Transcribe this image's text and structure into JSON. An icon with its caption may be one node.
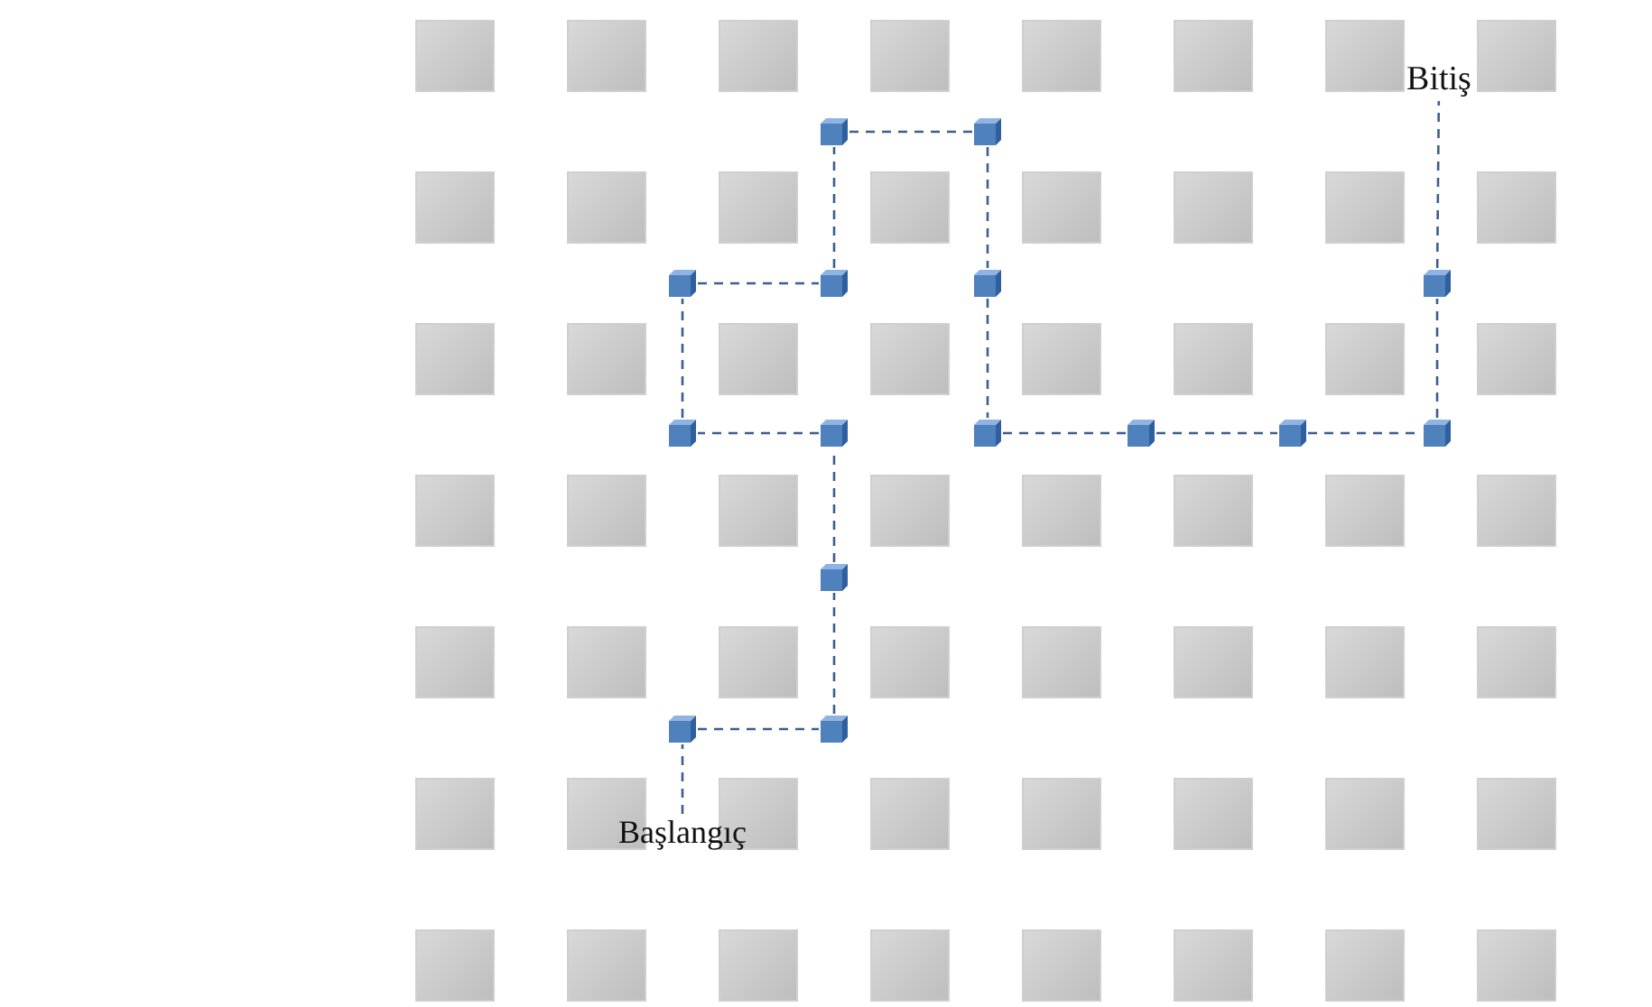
{
  "diagram": {
    "nodes": [
      {
        "text": [
          "Başlangıç"
        ]
      },
      {
        "text": [],
        "shape": "cube"
      },
      {
        "text": [],
        "shape": "cube"
      },
      {
        "text": [],
        "shape": "cube"
      },
      {
        "text": [],
        "shape": "cube"
      },
      {
        "text": [],
        "shape": "cube"
      },
      {
        "text": [],
        "shape": "cube"
      },
      {
        "text": [],
        "shape": "cube"
      },
      {
        "text": [],
        "shape": "cube"
      },
      {
        "text": [],
        "shape": "cube"
      },
      {
        "text": [],
        "shape": "cube"
      },
      {
        "text": [],
        "shape": "cube"
      },
      {
        "text": [],
        "shape": "cube"
      },
      {
        "text": [],
        "shape": "cube"
      },
      {
        "text": [],
        "shape": "cube"
      },
      {
        "text": [],
        "shape": "cube"
      },
      {
        "text": [
          "Bitiş"
        ]
      }
    ],
    "edges": [
      {
        "from": 0,
        "to": 1,
        "arrow": "none"
      },
      {
        "from": 1,
        "to": 2,
        "arrow": "none"
      },
      {
        "from": 2,
        "to": 3,
        "arrow": "none"
      },
      {
        "from": 3,
        "to": 4,
        "arrow": "none"
      },
      {
        "from": 4,
        "to": 5,
        "arrow": "none"
      },
      {
        "from": 5,
        "to": 6,
        "arrow": "none"
      },
      {
        "from": 6,
        "to": 7,
        "arrow": "none"
      },
      {
        "from": 7,
        "to": 8,
        "arrow": "none"
      },
      {
        "from": 8,
        "to": 9,
        "arrow": "none"
      },
      {
        "from": 9,
        "to": 10,
        "arrow": "none"
      },
      {
        "from": 10,
        "to": 11,
        "arrow": "none"
      },
      {
        "from": 11,
        "to": 12,
        "arrow": "none"
      },
      {
        "from": 12,
        "to": 13,
        "arrow": "none"
      },
      {
        "from": 13,
        "to": 14,
        "arrow": "none"
      },
      {
        "from": 14,
        "to": 15,
        "arrow": "none"
      },
      {
        "from": 15,
        "to": 16,
        "arrow": "none"
      }
    ]
  }
}
